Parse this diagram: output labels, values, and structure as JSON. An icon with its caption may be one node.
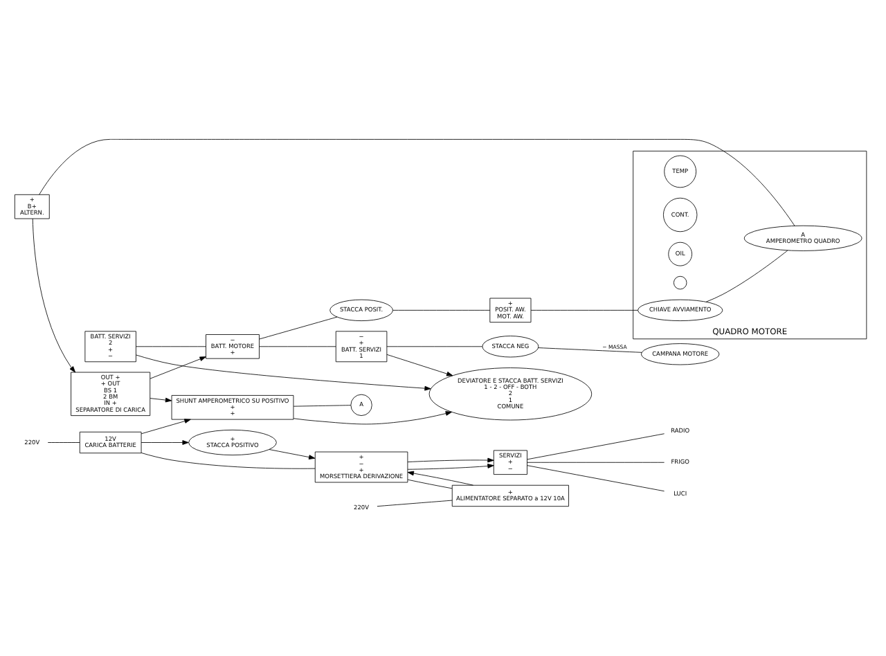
{
  "diagram": {
    "nodes": [
      {
        "text": [
          "BATT. SERVIZI",
          "2",
          "+",
          "−"
        ]
      },
      {
        "text": [
          "−",
          "BATT. MOTORE",
          "+"
        ]
      },
      {
        "text": [
          "−",
          "+",
          "BATT. SERVIZI",
          "1"
        ]
      },
      {
        "text": [
          "DEVIATORE E STACCA BATT. SERVIZI",
          "1 - 2 - OFF - BOTH",
          "2",
          "1",
          "COMUNE"
        ]
      },
      {
        "text": [
          "SHUNT AMPEROMETRICO SU POSITIVO",
          "+",
          "+"
        ]
      },
      {
        "text": [
          "A"
        ]
      },
      {
        "text": [
          "OUT +",
          "+ OUT",
          "BS 1",
          "2 BM",
          "IN +",
          "SEPARATORE DI CARICA"
        ]
      },
      {
        "text": [
          "SERVIZI",
          "+",
          "−"
        ]
      },
      {
        "text": [
          "LUCI"
        ]
      },
      {
        "text": [
          "RADIO"
        ]
      },
      {
        "text": [
          "FRIGO"
        ]
      },
      {
        "text": [
          "+",
          "−",
          "+",
          "MORSETTIERA DERIVAZIONE"
        ]
      },
      {
        "text": [
          "+",
          "ALIMENTATORE SEPARATO a 12V 10A"
        ]
      },
      {
        "text": [
          "220V"
        ]
      },
      {
        "text": [
          "+",
          "STACCA POSITIVO"
        ]
      },
      {
        "text": [
          "12V",
          "CARICA BATTERIE"
        ]
      },
      {
        "text": [
          "220V"
        ]
      },
      {
        "text": [
          "STACCA NEG"
        ]
      },
      {
        "text": [
          "STACCA POSIT."
        ]
      },
      {
        "text": [
          "CAMPANA MOTORE"
        ]
      },
      {
        "text": [
          "+",
          "POSIT. AW.",
          "MOT. AW."
        ]
      },
      {
        "text": [
          "+",
          "B+",
          "ALTERN."
        ]
      },
      {
        "text": [
          "QUADRO MOTORE"
        ]
      },
      {
        "text": [
          "TEMP"
        ],
        "in": 22
      },
      {
        "text": [
          "CONT."
        ],
        "in": 22
      },
      {
        "text": [
          "OIL"
        ],
        "in": 22
      },
      {
        "text": [],
        "shape": "circle",
        "in": 22
      },
      {
        "text": [
          "CHIAVE AVVIAMENTO"
        ],
        "in": 22
      },
      {
        "text": [
          "A",
          "AMPEROMETRO QUADRO"
        ],
        "in": 22
      }
    ],
    "edges": [
      {
        "from": 0,
        "to": 3,
        "arrow": "to"
      },
      {
        "from": 0,
        "to": 1,
        "arrow": "none"
      },
      {
        "from": 1,
        "to": 2,
        "arrow": "none"
      },
      {
        "from": 2,
        "to": 3,
        "arrow": "to"
      },
      {
        "from": 4,
        "to": 3,
        "arrow": "to"
      },
      {
        "from": 4,
        "to": 5,
        "arrow": "none"
      },
      {
        "from": 6,
        "to": 4,
        "arrow": "to"
      },
      {
        "from": 6,
        "to": 1,
        "arrow": "to"
      },
      {
        "from": 15,
        "to": 4,
        "arrow": "to"
      },
      {
        "from": 15,
        "to": 14,
        "arrow": "to"
      },
      {
        "from": 14,
        "to": 11,
        "arrow": "to"
      },
      {
        "from": 11,
        "to": 7,
        "arrow": "to"
      },
      {
        "from": 11,
        "to": 7,
        "arrow": "to"
      },
      {
        "from": 7,
        "to": 8,
        "arrow": "none"
      },
      {
        "from": 7,
        "to": 9,
        "arrow": "none"
      },
      {
        "from": 7,
        "to": 10,
        "arrow": "none"
      },
      {
        "from": 12,
        "to": 11,
        "arrow": "to"
      },
      {
        "from": 11,
        "to": 12,
        "arrow": "none"
      },
      {
        "from": 11,
        "to": 15,
        "arrow": "none"
      },
      {
        "from": 13,
        "to": 12,
        "arrow": "none"
      },
      {
        "from": 16,
        "to": 15,
        "arrow": "none"
      },
      {
        "from": 2,
        "to": 17,
        "arrow": "none"
      },
      {
        "from": 1,
        "to": 18,
        "arrow": "none"
      },
      {
        "from": 17,
        "to": 19,
        "arrow": "none",
        "label": "− MASSA"
      },
      {
        "from": 18,
        "to": 20,
        "arrow": "none"
      },
      {
        "from": 20,
        "to": 27,
        "arrow": "none"
      },
      {
        "from": 21,
        "to": 6,
        "arrow": "to"
      },
      {
        "from": 21,
        "to": 28,
        "arrow": "none"
      },
      {
        "from": 27,
        "to": 28,
        "arrow": "none"
      }
    ]
  }
}
